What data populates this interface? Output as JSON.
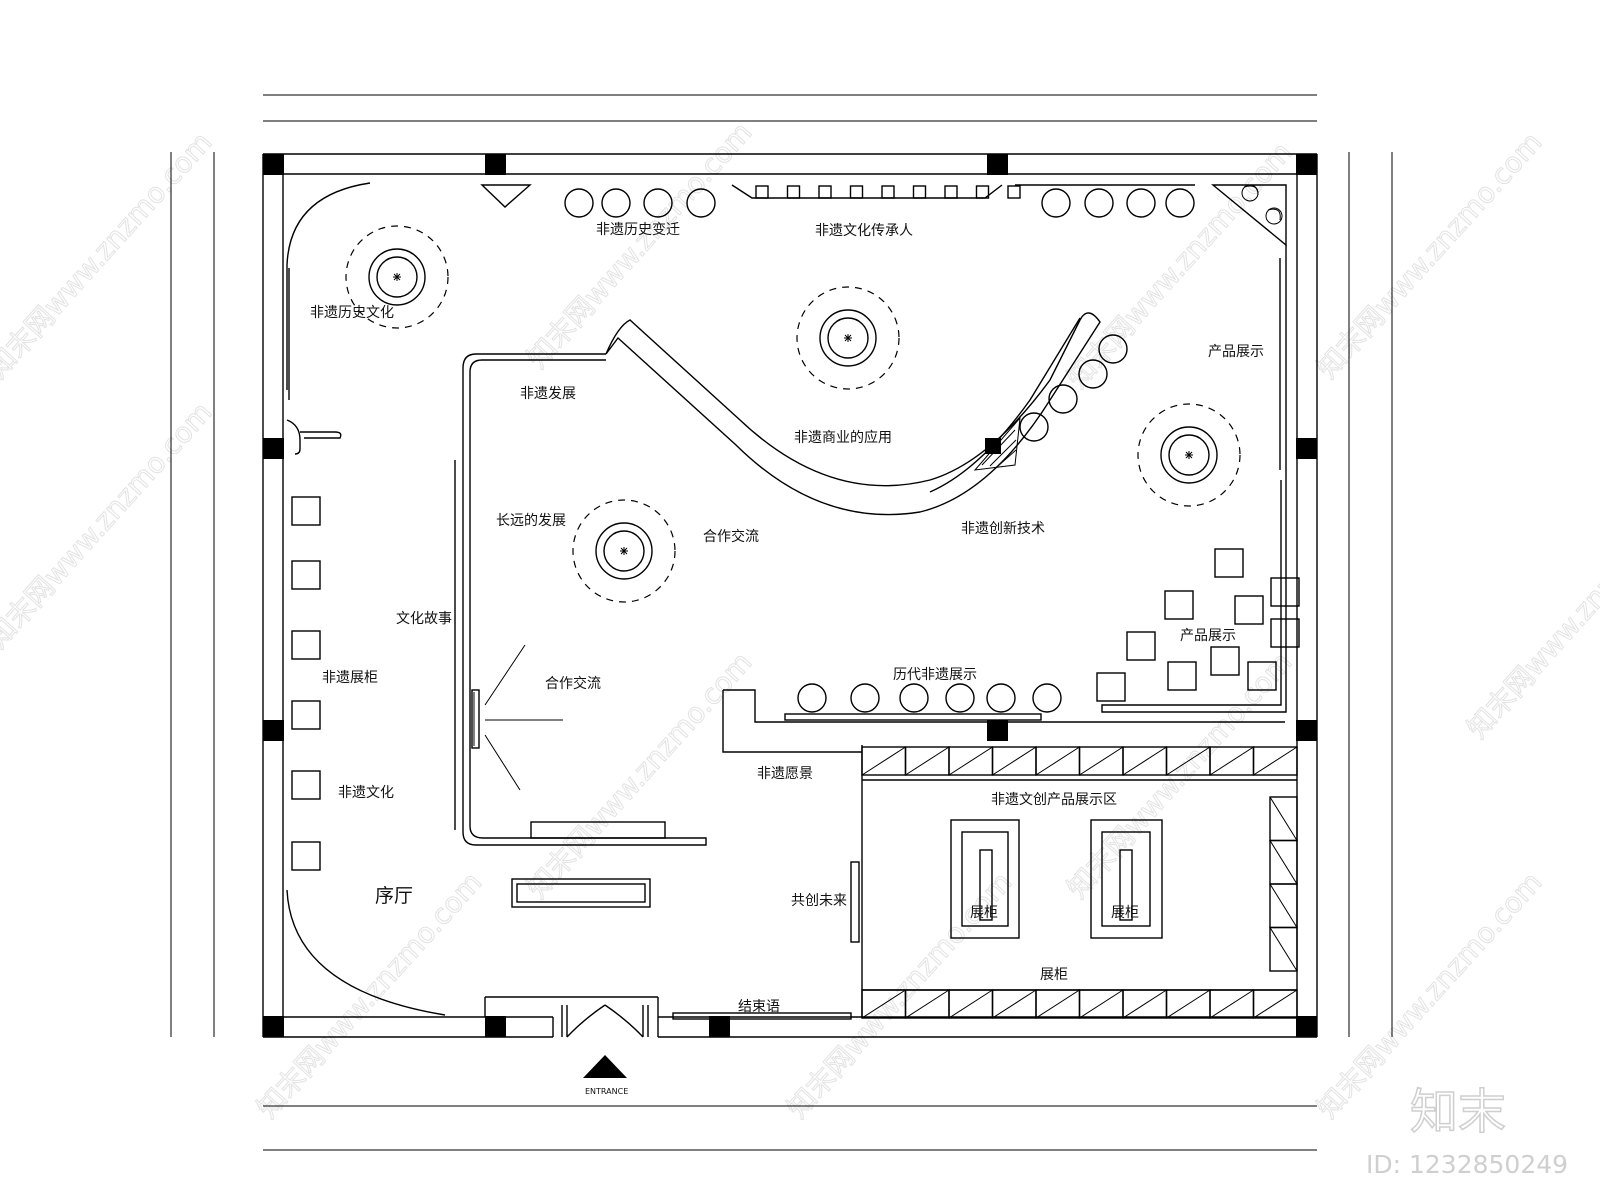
{
  "labels": {
    "history_change": "非遗历史变迁",
    "inheritors": "非遗文化传承人",
    "history_culture": "非遗历史文化",
    "product_display_right": "产品展示",
    "development": "非遗发展",
    "commercial_application": "非遗商业的应用",
    "long_term_development": "长远的发展",
    "cooperation_exchange_top": "合作交流",
    "innovation_technology": "非遗创新技术",
    "culture_story": "文化故事",
    "product_display_lower": "产品展示",
    "ich_cabinets": "非遗展柜",
    "cooperation_exchange_mid": "合作交流",
    "past_dynasty_display": "历代非遗展示",
    "ich_scenery": "非遗愿景",
    "creative_products_area": "非遗文创产品展示区",
    "ich_culture": "非遗文化",
    "lobby": "序厅",
    "co_create_future": "共创未来",
    "cabinet_1": "展柜",
    "cabinet_2": "展柜",
    "cabinet_bottom": "展柜",
    "conclusion": "结束语",
    "entrance": "ENTRANCE"
  },
  "watermark": {
    "text": "知末网www.znzmo.com",
    "logo": "知末",
    "id": "ID: 1232850249"
  },
  "colors": {
    "ink": "#000000",
    "background": "#ffffff",
    "watermark": "#e3e3e3"
  }
}
